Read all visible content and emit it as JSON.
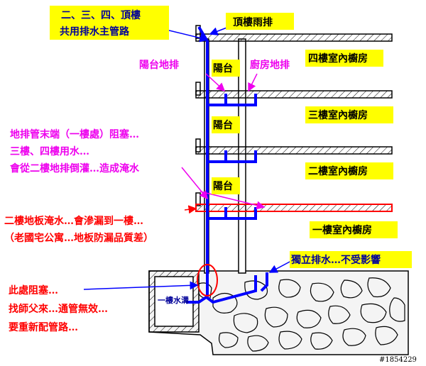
{
  "labels": {
    "shared_drain_line1": "二、三、四、頂樓",
    "shared_drain_line2": "共用排水主管路",
    "roof_rain_drain": "頂樓雨排",
    "balcony_floor_drain": "陽台地排",
    "kitchen_floor_drain": "廚房地排",
    "balcony_4f": "陽台",
    "balcony_3f": "陽台",
    "balcony_2f": "陽台",
    "kitchen_4f": "四樓室內櫥房",
    "kitchen_3f": "三樓室內櫥房",
    "kitchen_2f": "二樓室內櫥房",
    "kitchen_1f": "一樓室內櫥房",
    "blockage_line1": "地排管末端（一樓處）阻塞…",
    "blockage_line2": "三樓、四樓用水…",
    "blockage_line3": "會從二樓地排倒灌…造成淹水",
    "seepage_line1": "二樓地板淹水…會滲漏到一樓…",
    "seepage_line2": "（老國宅公寓…地板防漏品質差）",
    "independent_drain": "獨立排水…不受影響",
    "gutter_1f": "一樓水溝",
    "fix_line1": "此處阻塞…",
    "fix_line2": "找師父來…通管無效…",
    "fix_line3": "要重新配管路…",
    "image_id": "#1854229"
  },
  "colors": {
    "pipe": "#0000ff",
    "callout_red": "#ff0000",
    "callout_magenta": "#ee00ee",
    "text_blue": "#000099",
    "highlight": "#ffff00",
    "slab_fill": "#ffffff",
    "wall": "#000000"
  }
}
